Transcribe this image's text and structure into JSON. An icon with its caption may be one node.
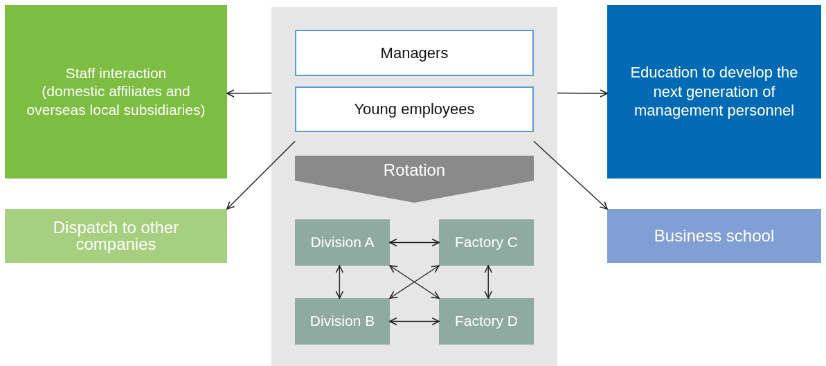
{
  "diagram": {
    "nodes": [
      {
        "text": [],
        "shape": "box"
      },
      {
        "text": [
          "Managers"
        ],
        "in": 0
      },
      {
        "text": [
          "Young employees"
        ],
        "in": 0
      },
      {
        "text": [
          "Rotation"
        ],
        "in": 0
      },
      {
        "text": [
          "Division A"
        ],
        "in": 0
      },
      {
        "text": [
          "Factory C"
        ],
        "in": 0
      },
      {
        "text": [
          "Division B"
        ],
        "in": 0
      },
      {
        "text": [
          "Factory D"
        ],
        "in": 0
      },
      {
        "text": [
          "Staff interaction",
          "(domestic affiliates and overseas local subsidiaries)"
        ]
      },
      {
        "text": [
          "Dispatch to other companies"
        ]
      },
      {
        "text": [
          "Education to develop the next generation of management personnel"
        ]
      },
      {
        "text": [
          "Business school"
        ]
      }
    ],
    "edges": [
      {
        "from": 0,
        "to": 8,
        "arrow": "to"
      },
      {
        "from": 0,
        "to": 10,
        "arrow": "to"
      },
      {
        "from": 2,
        "to": 9,
        "arrow": "to"
      },
      {
        "from": 2,
        "to": 11,
        "arrow": "to"
      },
      {
        "from": 4,
        "to": 5,
        "arrow": "both"
      },
      {
        "from": 4,
        "to": 6,
        "arrow": "both"
      },
      {
        "from": 4,
        "to": 7,
        "arrow": "both"
      },
      {
        "from": 5,
        "to": 6,
        "arrow": "both"
      },
      {
        "from": 5,
        "to": 7,
        "arrow": "both"
      },
      {
        "from": 6,
        "to": 7,
        "arrow": "both"
      }
    ]
  }
}
